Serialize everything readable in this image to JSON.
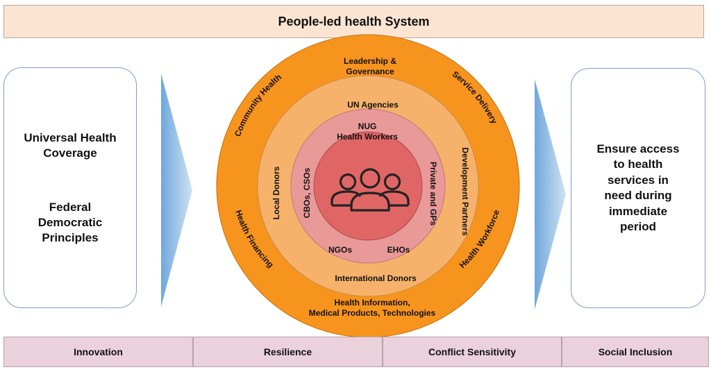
{
  "title": "People-led health System",
  "left_panel": {
    "line1": "Universal Health",
    "line2": "Coverage",
    "line3": "Federal",
    "line4": "Democratic",
    "line5": "Principles"
  },
  "right_panel": {
    "lines": [
      "Ensure access",
      "to health",
      "services in",
      "need during",
      "immediate",
      "period"
    ]
  },
  "outer_ring": {
    "top_line1": "Leadership &",
    "top_line2": "Governance",
    "community_health": "Community Health",
    "service_delivery": "Service Delivery",
    "health_financing": "Health Financing",
    "health_workforce": "Health Workforce",
    "bottom_line1": "Health Information,",
    "bottom_line2": "Medical Products, Technologies"
  },
  "middle_ring": {
    "un_agencies": "UN Agencies",
    "local_donors": "Local Donors",
    "development_partners": "Development Partners",
    "international_donors": "International Donors"
  },
  "inner_ring": {
    "nug_line1": "NUG",
    "nug_line2": "Health Workers",
    "cbos": "CBOs, CSOs",
    "private_gps": "Private and GPs",
    "ngos": "NGOs",
    "ehos": "EHOs"
  },
  "center_icon": "people-group-icon",
  "bottom_bar": [
    "Innovation",
    "Resilience",
    "Conflict Sensitivity",
    "Social Inclusion"
  ],
  "colors": {
    "title_bg": "#fbe5d2",
    "outer_ring": "#f7941d",
    "middle_ring": "#f6b26b",
    "inner_ring": "#ea9999",
    "core": "#e06666",
    "arrow": "#9fc5e8",
    "bottom_bg": "#ead1dc",
    "box_border": "#7d9dc9"
  }
}
